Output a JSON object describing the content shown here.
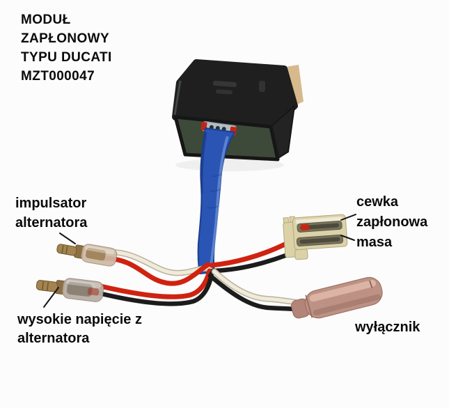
{
  "page": {
    "background": "#fcfcfc"
  },
  "header": {
    "lines": [
      "MODUŁ",
      "ZAPŁONOWY",
      "TYPU DUCATI",
      "MZT000047"
    ]
  },
  "annotations": {
    "impulsator": {
      "line1": "impulsator",
      "line2": "alternatora"
    },
    "wysokie_napiecie": {
      "line1": "wysokie napięcie z",
      "line2": "alternatora"
    },
    "cewka_zaplonowa": {
      "line1": "cewka",
      "line2": "zapłonowa"
    },
    "masa": {
      "label": "masa"
    },
    "wylacznik": {
      "label": "wyłącznik"
    }
  },
  "figure": {
    "colors": {
      "page_bg": "#fcfcfc",
      "module_black": "#1f1f1f",
      "module_side": "#232323",
      "module_green": "#3d4a39",
      "wood_tan": "#d7b98e",
      "sleeve_blue": "#2a55b4",
      "wire_red": "#cf2310",
      "wire_white": "#f0ead9",
      "wire_black": "#1c1c1c",
      "connector_brass": "#a3834e",
      "connector_beige": "#dbd2a8",
      "connector_pink": "#bd9284",
      "pointer_black": "#151515"
    }
  }
}
